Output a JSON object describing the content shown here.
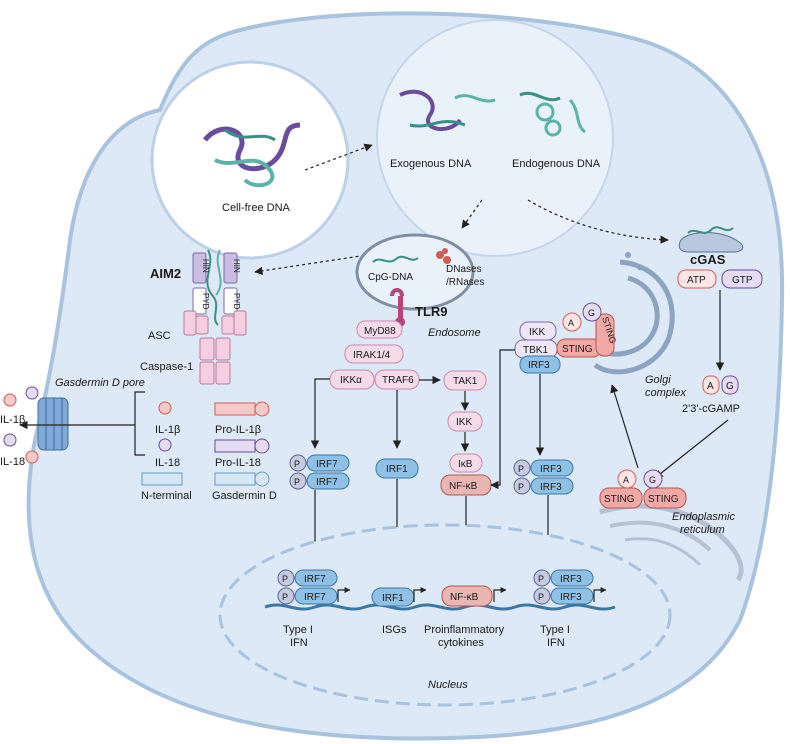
{
  "circles": {
    "cell_free": "Cell-free DNA",
    "exogenous": "Exogenous DNA",
    "endogenous": "Endogenous DNA"
  },
  "aim2_pathway": {
    "aim2": "AIM2",
    "hin": "HIN",
    "pyd": "PYD",
    "asc": "ASC",
    "caspase": "Caspase-1",
    "gasdermin_pore": "Gasdermin D pore",
    "il1b": "IL-1β",
    "il18": "IL-18",
    "pro_il1b": "Pro-IL-1β",
    "pro_il18": "Pro-IL-18",
    "n_terminal": "N-terminal",
    "gasdermin_d": "Gasdermin D"
  },
  "tlr9_pathway": {
    "cpg": "CpG-DNA",
    "dnases": "DNases",
    "rnases": "/RNases",
    "tlr9": "TLR9",
    "endosome": "Endosome",
    "myd88": "MyD88",
    "irak": "IRAK1/4",
    "ikka": "IKKα",
    "traf6": "TRAF6",
    "tak1": "TAK1",
    "ikk": "IKK",
    "ikb": "IκB",
    "nfkb": "NF-κB",
    "irf7": "IRF7",
    "irf1": "IRF1",
    "p": "P"
  },
  "cgas_pathway": {
    "cgas": "cGAS",
    "atp": "ATP",
    "gtp": "GTP",
    "a": "A",
    "g": "G",
    "cgamp": "2'3'-cGAMP",
    "sting": "STING",
    "er": "Endoplasmic",
    "er2": "reticulum",
    "golgi": "Golgi",
    "golgi2": "complex",
    "ikk": "IKK",
    "tbk1": "TBK1",
    "irf3": "IRF3"
  },
  "nucleus": {
    "label": "Nucleus",
    "out_ifn_a": "Type I",
    "out_ifn_b": "IFN",
    "out_isgs": "ISGs",
    "out_cyt_a": "Proinflammatory",
    "out_cyt_b": "cytokines",
    "out_ifn2_a": "Type I",
    "out_ifn2_b": "IFN"
  },
  "colors": {
    "cell": "#dde9f6",
    "cell_stroke": "#a9c2dd",
    "purple": "#c9bde3",
    "pink": "#f4cfe0",
    "blue": "#8fc1e6",
    "red": "#f2a9a6",
    "peach": "#f3c9b9"
  }
}
